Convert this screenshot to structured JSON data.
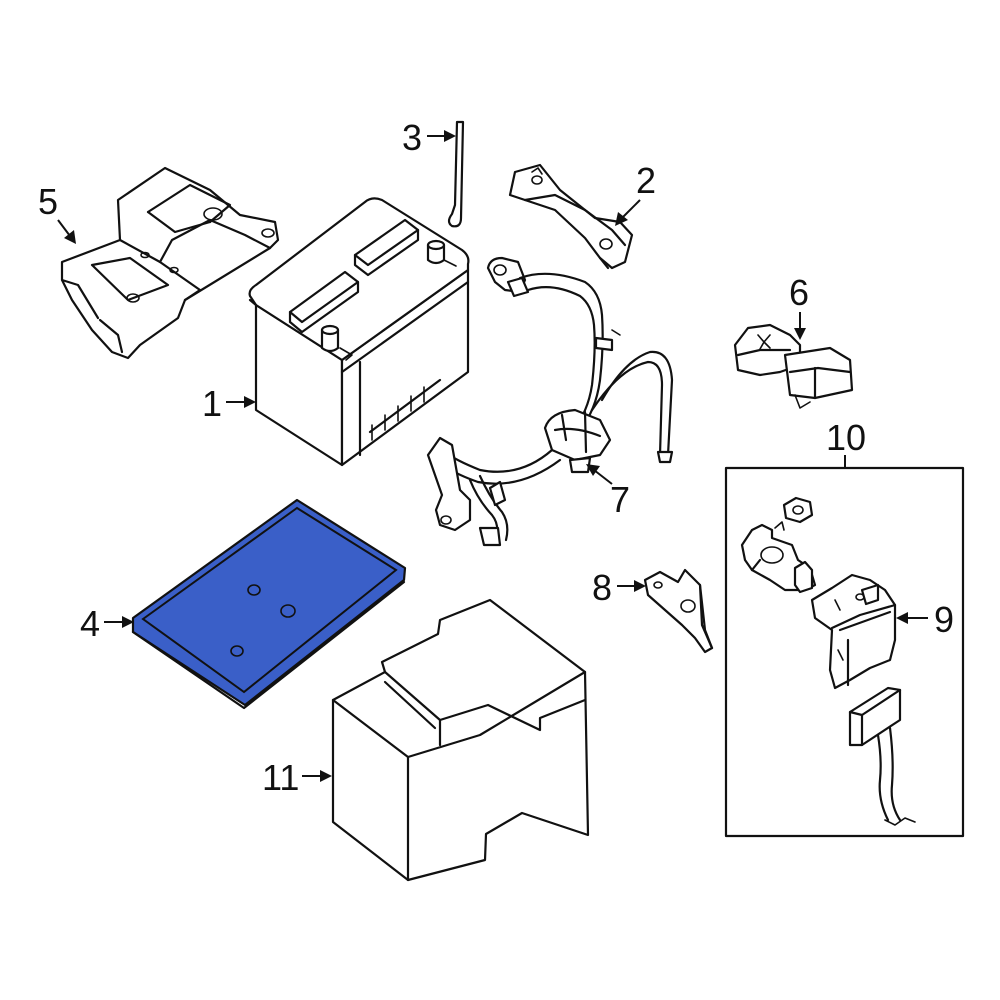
{
  "callouts": {
    "c1": "1",
    "c2": "2",
    "c3": "3",
    "c4": "4",
    "c5": "5",
    "c6": "6",
    "c7": "7",
    "c8": "8",
    "c9": "9",
    "c10": "10",
    "c11": "11"
  },
  "highlight": {
    "part": "4",
    "fill_color": "#3A5FC8",
    "outline_color": "#111111"
  }
}
